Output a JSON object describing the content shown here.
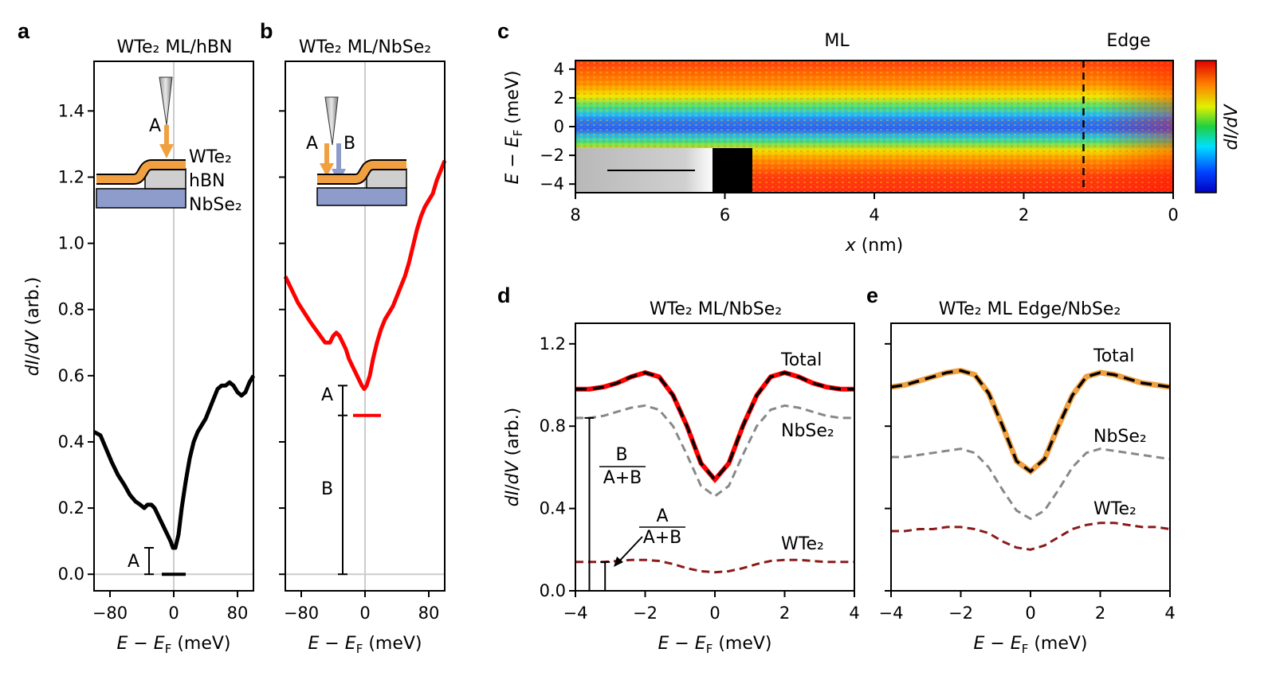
{
  "figure": {
    "panel_letters": [
      "a",
      "b",
      "c",
      "d",
      "e"
    ]
  },
  "chart_data": [
    {
      "panel": "a",
      "type": "line",
      "title": "WTe₂ ML/hBN",
      "xlabel": "E − E_F (meV)",
      "ylabel": "dI/dV (arb.)",
      "xlim": [
        -100,
        100
      ],
      "ylim": [
        -0.05,
        1.55
      ],
      "xticks": [
        -80,
        0,
        80
      ],
      "yticks": [
        0.0,
        0.2,
        0.4,
        0.6,
        0.8,
        1.0,
        1.2,
        1.4
      ],
      "ytick_labels": [
        "0.0",
        "0.2",
        "0.4",
        "0.6",
        "0.8",
        "1.0",
        "1.2",
        "1.4"
      ],
      "series": [
        {
          "color": "#000000",
          "x": [
            -100,
            -92,
            -85,
            -78,
            -70,
            -62,
            -55,
            -48,
            -42,
            -37,
            -33,
            -28,
            -24,
            -20,
            -16,
            -12,
            -8,
            -4,
            -1,
            2,
            6,
            10,
            15,
            20,
            25,
            30,
            35,
            40,
            45,
            50,
            55,
            60,
            65,
            70,
            75,
            80,
            85,
            90,
            95,
            100
          ],
          "y": [
            0.43,
            0.42,
            0.38,
            0.34,
            0.3,
            0.27,
            0.24,
            0.22,
            0.21,
            0.2,
            0.21,
            0.21,
            0.2,
            0.18,
            0.16,
            0.14,
            0.12,
            0.1,
            0.08,
            0.08,
            0.12,
            0.2,
            0.28,
            0.35,
            0.4,
            0.43,
            0.45,
            0.47,
            0.5,
            0.53,
            0.56,
            0.57,
            0.57,
            0.58,
            0.57,
            0.55,
            0.54,
            0.55,
            0.58,
            0.6
          ]
        }
      ],
      "annotations": {
        "A_bar": [
          0.0,
          0.08
        ],
        "A_label": "A",
        "inset_labels": [
          "A",
          "WTe₂",
          "hBN",
          "NbSe₂"
        ]
      }
    },
    {
      "panel": "b",
      "type": "line",
      "title": "WTe₂ ML/NbSe₂",
      "xlabel": "E − E_F (meV)",
      "xlim": [
        -100,
        100
      ],
      "ylim": [
        -0.05,
        1.55
      ],
      "xticks": [
        -80,
        0,
        80
      ],
      "series": [
        {
          "color": "#ff0000",
          "x": [
            -100,
            -92,
            -84,
            -76,
            -68,
            -62,
            -56,
            -50,
            -44,
            -40,
            -36,
            -32,
            -28,
            -24,
            -20,
            -16,
            -12,
            -8,
            -4,
            -1,
            2,
            6,
            10,
            15,
            20,
            25,
            30,
            35,
            40,
            45,
            50,
            55,
            60,
            65,
            70,
            75,
            80,
            85,
            90,
            95,
            100
          ],
          "y": [
            0.9,
            0.86,
            0.82,
            0.79,
            0.76,
            0.74,
            0.72,
            0.7,
            0.7,
            0.72,
            0.73,
            0.72,
            0.7,
            0.68,
            0.65,
            0.63,
            0.61,
            0.59,
            0.57,
            0.56,
            0.57,
            0.6,
            0.65,
            0.7,
            0.74,
            0.77,
            0.79,
            0.81,
            0.84,
            0.87,
            0.9,
            0.94,
            0.99,
            1.04,
            1.08,
            1.11,
            1.13,
            1.15,
            1.19,
            1.22,
            1.25
          ]
        }
      ],
      "annotations": {
        "A_bar": [
          0.48,
          0.57
        ],
        "B_bar": [
          0.0,
          0.48
        ],
        "A_label": "A",
        "B_label": "B",
        "inset_labels": [
          "A",
          "B"
        ]
      }
    },
    {
      "panel": "c",
      "type": "heatmap",
      "xlabel": "x (nm)",
      "ylabel": "E − E_F (meV)",
      "colorbar_label": "dI/dV",
      "xlim": [
        8,
        0
      ],
      "ylim": [
        -4.6,
        4.6
      ],
      "xticks": [
        8,
        6,
        4,
        2,
        0
      ],
      "yticks": [
        4,
        2,
        0,
        -2,
        -4
      ],
      "region_labels": [
        "ML",
        "Edge"
      ],
      "edge_marker_x": 1.2,
      "gap_center_energy": 0,
      "colormap": "jet"
    },
    {
      "panel": "d",
      "type": "line",
      "title": "WTe₂ ML/NbSe₂",
      "xlabel": "E − E_F (meV)",
      "ylabel": "dI/dV (arb.)",
      "xlim": [
        -4,
        4
      ],
      "ylim": [
        0.0,
        1.3
      ],
      "xticks": [
        -4,
        -2,
        0,
        2,
        4
      ],
      "yticks": [
        0.0,
        0.4,
        0.8,
        1.2
      ],
      "ytick_labels": [
        "0.0",
        "0.4",
        "0.8",
        "1.2"
      ],
      "x": [
        -4.0,
        -3.6,
        -3.2,
        -2.8,
        -2.4,
        -2.0,
        -1.6,
        -1.2,
        -0.8,
        -0.4,
        0.0,
        0.4,
        0.8,
        1.2,
        1.6,
        2.0,
        2.4,
        2.8,
        3.2,
        3.6,
        4.0
      ],
      "series": [
        {
          "name": "Total",
          "color": "#ff0000",
          "y": [
            0.98,
            0.98,
            0.99,
            1.01,
            1.04,
            1.06,
            1.04,
            0.95,
            0.8,
            0.62,
            0.54,
            0.62,
            0.8,
            0.95,
            1.04,
            1.06,
            1.04,
            1.01,
            0.99,
            0.98,
            0.98
          ]
        },
        {
          "name": "NbSe₂",
          "color": "#888888",
          "y": [
            0.84,
            0.84,
            0.85,
            0.87,
            0.89,
            0.9,
            0.88,
            0.8,
            0.66,
            0.51,
            0.46,
            0.51,
            0.66,
            0.8,
            0.88,
            0.9,
            0.89,
            0.87,
            0.85,
            0.84,
            0.84
          ]
        },
        {
          "name": "WTe₂",
          "color": "#8b1a1a",
          "y": [
            0.14,
            0.14,
            0.14,
            0.145,
            0.15,
            0.15,
            0.145,
            0.13,
            0.11,
            0.095,
            0.09,
            0.095,
            0.11,
            0.13,
            0.145,
            0.15,
            0.15,
            0.145,
            0.14,
            0.14,
            0.14
          ]
        }
      ],
      "annotations": [
        "B",
        "A+B",
        "A",
        "A+B"
      ]
    },
    {
      "panel": "e",
      "type": "line",
      "title": "WTe₂ ML Edge/NbSe₂",
      "xlabel": "E − E_F (meV)",
      "xlim": [
        -4,
        4
      ],
      "ylim": [
        0.0,
        1.3
      ],
      "xticks": [
        -4,
        -2,
        0,
        2,
        4
      ],
      "x": [
        -4.0,
        -3.6,
        -3.2,
        -2.8,
        -2.4,
        -2.0,
        -1.6,
        -1.2,
        -0.8,
        -0.4,
        0.0,
        0.4,
        0.8,
        1.2,
        1.6,
        2.0,
        2.4,
        2.8,
        3.2,
        3.6,
        4.0
      ],
      "series": [
        {
          "name": "Total",
          "color": "#f0a040",
          "y": [
            0.99,
            1.0,
            1.02,
            1.04,
            1.06,
            1.07,
            1.05,
            0.96,
            0.8,
            0.63,
            0.58,
            0.64,
            0.8,
            0.95,
            1.04,
            1.06,
            1.05,
            1.03,
            1.01,
            1.0,
            0.99
          ]
        },
        {
          "name": "NbSe₂",
          "color": "#888888",
          "y": [
            0.65,
            0.65,
            0.66,
            0.67,
            0.68,
            0.69,
            0.67,
            0.6,
            0.49,
            0.39,
            0.35,
            0.39,
            0.49,
            0.6,
            0.67,
            0.69,
            0.68,
            0.67,
            0.66,
            0.65,
            0.64
          ]
        },
        {
          "name": "WTe₂",
          "color": "#8b1a1a",
          "y": [
            0.29,
            0.29,
            0.3,
            0.3,
            0.31,
            0.31,
            0.3,
            0.28,
            0.24,
            0.21,
            0.2,
            0.22,
            0.26,
            0.3,
            0.32,
            0.33,
            0.33,
            0.32,
            0.31,
            0.31,
            0.3
          ]
        }
      ]
    }
  ]
}
